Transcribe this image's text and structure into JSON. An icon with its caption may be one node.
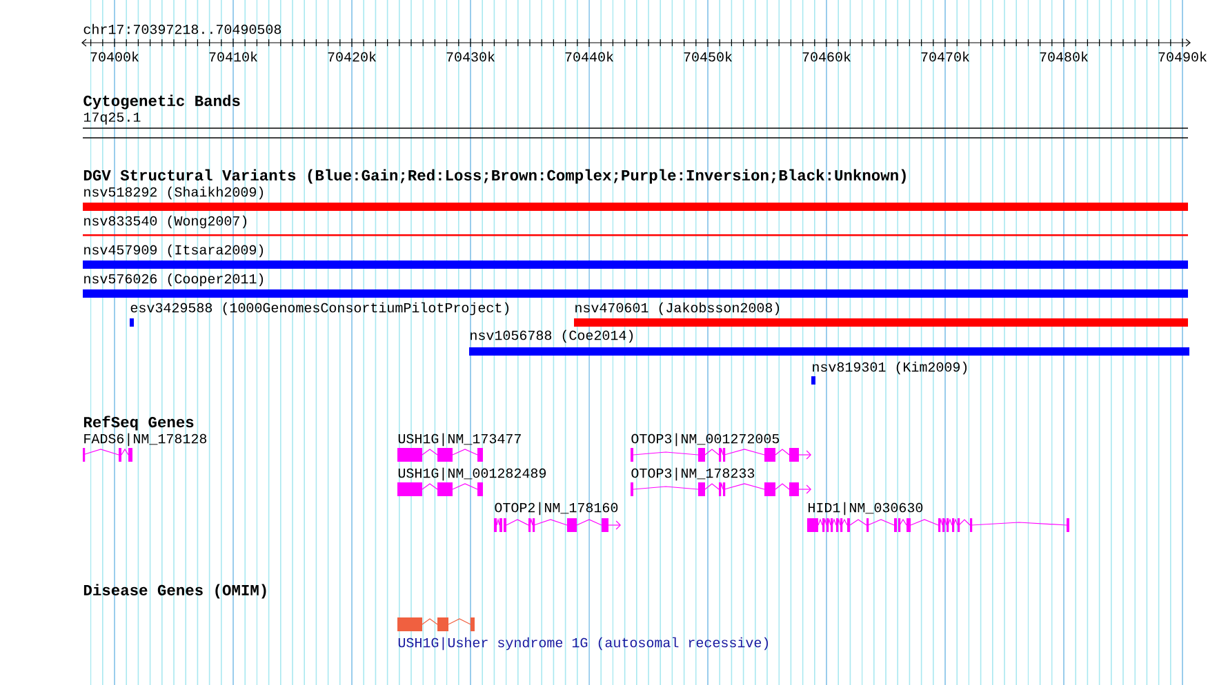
{
  "diagram": {
    "title": "chr17:70397218..70490508",
    "labels": [
      "70400k",
      "70410k",
      "70420k",
      "70430k",
      "70440k",
      "70450k",
      "70460k",
      "70470k",
      "70480k",
      "70490k",
      "Cytogenetic Bands",
      "17q25.1",
      "DGV Structural Variants (Blue:Gain;Red:Loss;Brown:Complex;Purple:Inversion;Black:Unknown)",
      "nsv518292 (Shaikh2009)",
      "nsv833540 (Wong2007)",
      "nsv457909 (Itsara2009)",
      "nsv576026 (Cooper2011)",
      "esv3429588 (1000GenomesConsortiumPilotProject)",
      "nsv470601 (Jakobsson2008)",
      "nsv1056788 (Coe2014)",
      "nsv819301 (Kim2009)",
      "RefSeq Genes",
      "FADS6|NM_178128",
      "USH1G|NM_173477",
      "OTOP3|NM_001272005",
      "USH1G|NM_001282489",
      "OTOP3|NM_178233",
      "OTOP2|NM_178160",
      "HID1|NM_030630",
      "Disease Genes (OMIM)",
      "USH1G|Usher syndrome 1G (autosomal recessive)"
    ]
  }
}
